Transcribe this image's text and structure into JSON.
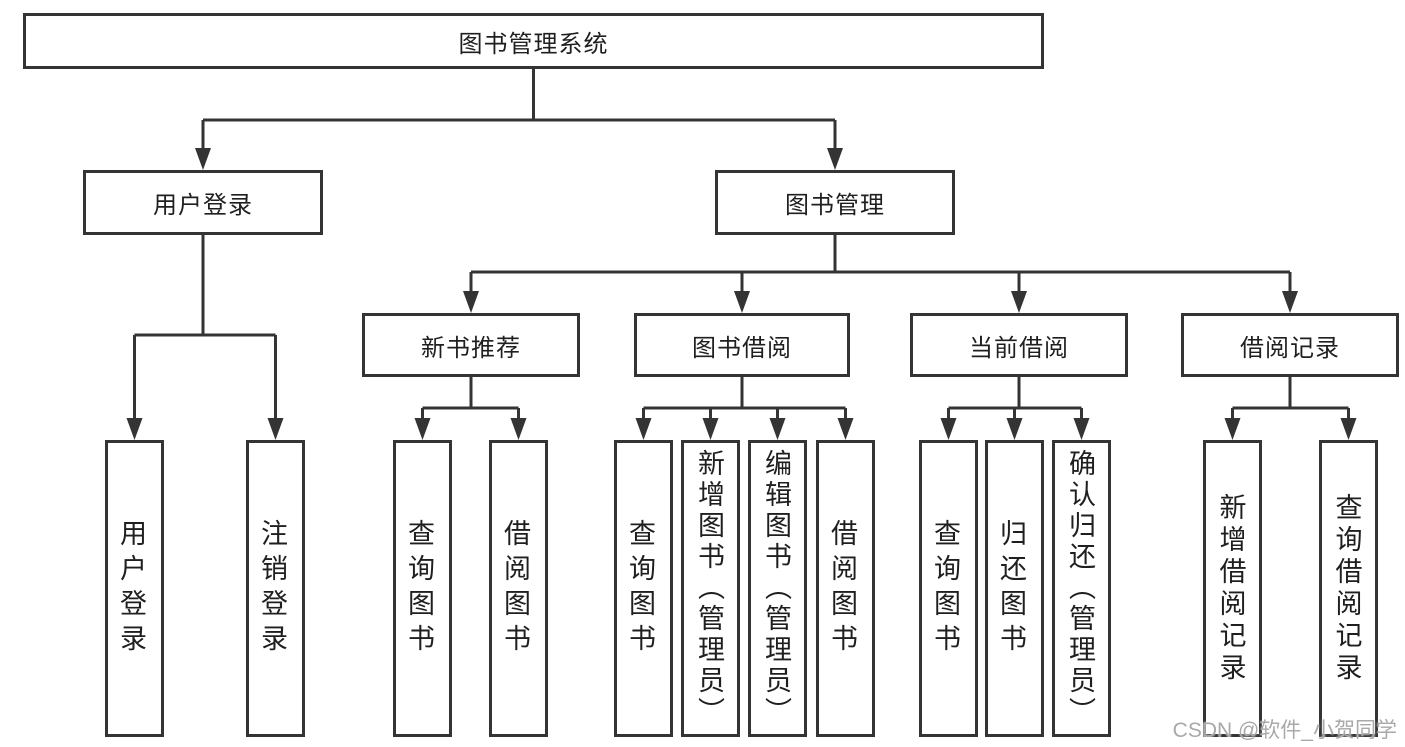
{
  "title": "图书管理系统",
  "level2": [
    {
      "label": "用户登录"
    },
    {
      "label": "图书管理"
    }
  ],
  "level3": [
    {
      "label": "新书推荐",
      "parent": "图书管理"
    },
    {
      "label": "图书借阅",
      "parent": "图书管理"
    },
    {
      "label": "当前借阅",
      "parent": "图书管理"
    },
    {
      "label": "借阅记录",
      "parent": "图书管理"
    }
  ],
  "leaves": [
    {
      "label": "用户登录",
      "parent": "用户登录"
    },
    {
      "label": "注销登录",
      "parent": "用户登录"
    },
    {
      "label": "查询图书",
      "parent": "新书推荐"
    },
    {
      "label": "借阅图书",
      "parent": "新书推荐"
    },
    {
      "label": "查询图书",
      "parent": "图书借阅"
    },
    {
      "label": "新增图书（管理员）",
      "parent": "图书借阅"
    },
    {
      "label": "编辑图书（管理员）",
      "parent": "图书借阅"
    },
    {
      "label": "借阅图书",
      "parent": "图书借阅"
    },
    {
      "label": "查询图书",
      "parent": "当前借阅"
    },
    {
      "label": "归还图书",
      "parent": "当前借阅"
    },
    {
      "label": "确认归还（管理员）",
      "parent": "当前借阅"
    },
    {
      "label": "新增借阅记录",
      "parent": "借阅记录"
    },
    {
      "label": "查询借阅记录",
      "parent": "借阅记录"
    }
  ],
  "watermark": "CSDN @软件_小贺同学",
  "colors": {
    "line": "#343434",
    "text": "#1f1f1f",
    "watermark": "#a9a9a9",
    "background": "#ffffff"
  }
}
